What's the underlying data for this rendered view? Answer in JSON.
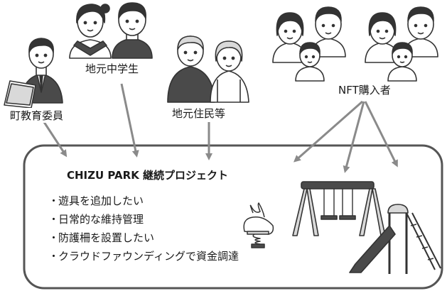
{
  "groups": {
    "board": "町教育委員",
    "students": "地元中学生",
    "residents": "地元住民等",
    "nft": "NFT購入者"
  },
  "project": {
    "title": "CHIZU PARK 継続プロジェクト",
    "bullet": "・",
    "items": [
      "遊具を追加したい",
      "日常的な維持管理",
      "防護柵を設置したい",
      "クラウドファウンディングで資金調達"
    ]
  },
  "colors": {
    "line": "#333333",
    "arrow": "#8a8a8a",
    "shade": "#d9d9d9",
    "dark": "#4a4a4a"
  }
}
